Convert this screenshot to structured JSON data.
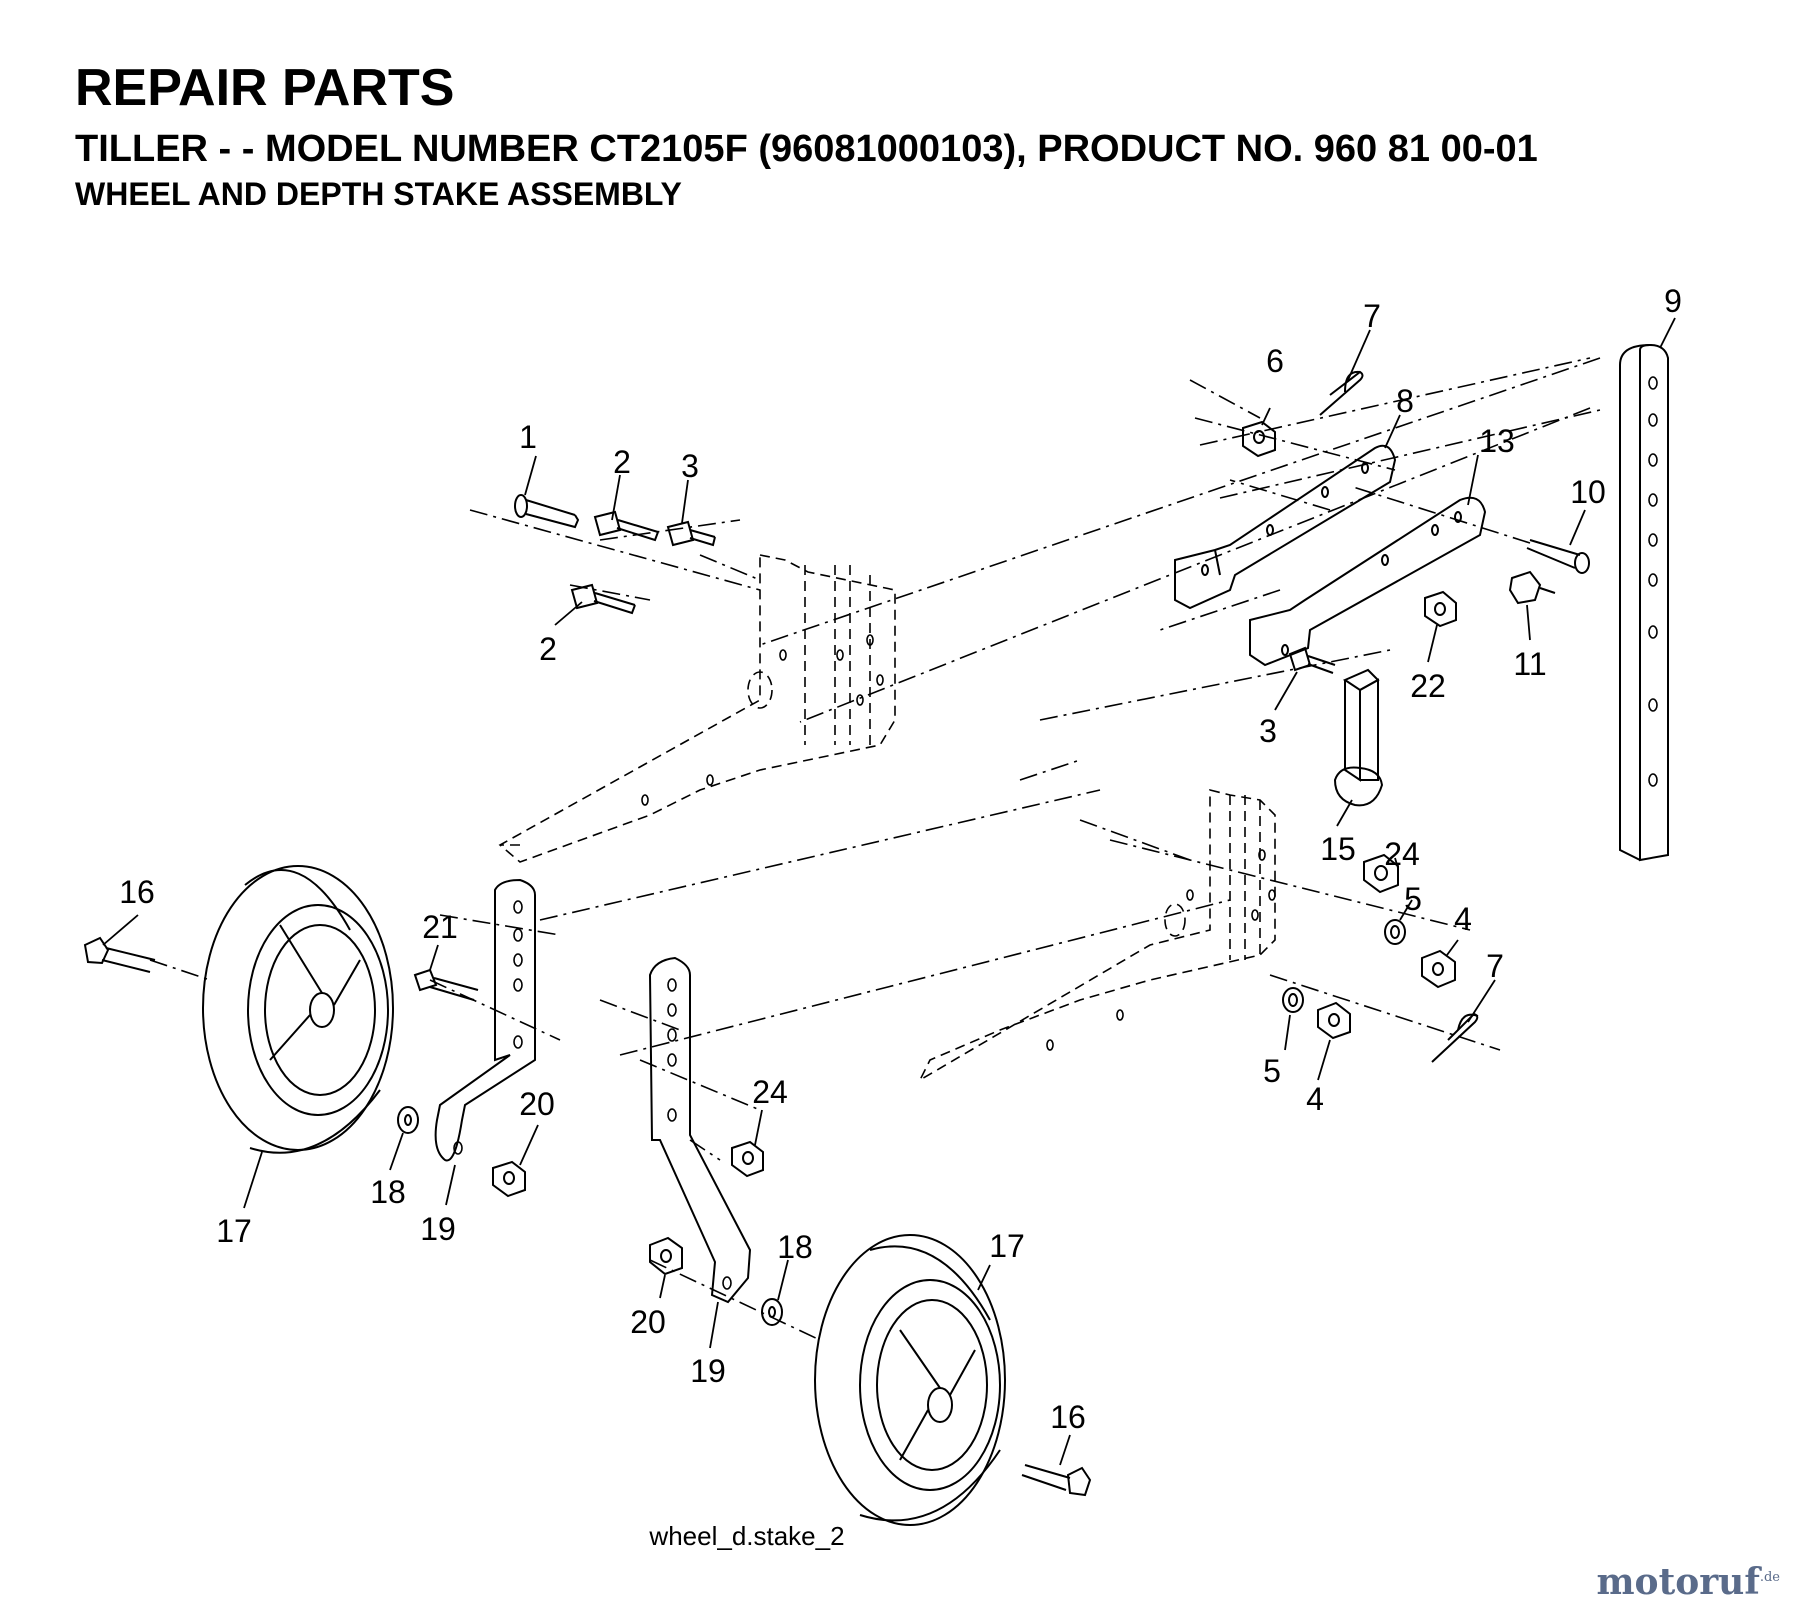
{
  "header": {
    "title": "REPAIR PARTS",
    "subtitle": "TILLER - - MODEL NUMBER CT2105F (96081000103), PRODUCT NO. 960 81 00-01",
    "section": "WHEEL AND DEPTH STAKE ASSEMBLY"
  },
  "callouts": {
    "c1": "1",
    "c2a": "2",
    "c2b": "2",
    "c3a": "3",
    "c3b": "3",
    "c4a": "4",
    "c4b": "4",
    "c5a": "5",
    "c5b": "5",
    "c6": "6",
    "c7a": "7",
    "c7b": "7",
    "c8": "8",
    "c9": "9",
    "c10": "10",
    "c11": "11",
    "c13": "13",
    "c15": "15",
    "c16a": "16",
    "c16b": "16",
    "c17a": "17",
    "c17b": "17",
    "c18a": "18",
    "c18b": "18",
    "c19a": "19",
    "c19b": "19",
    "c20a": "20",
    "c20b": "20",
    "c21": "21",
    "c22": "22",
    "c24a": "24",
    "c24b": "24"
  },
  "caption": "wheel_d.stake_2",
  "watermark": {
    "text": "motoruf",
    "suffix": ".de"
  }
}
